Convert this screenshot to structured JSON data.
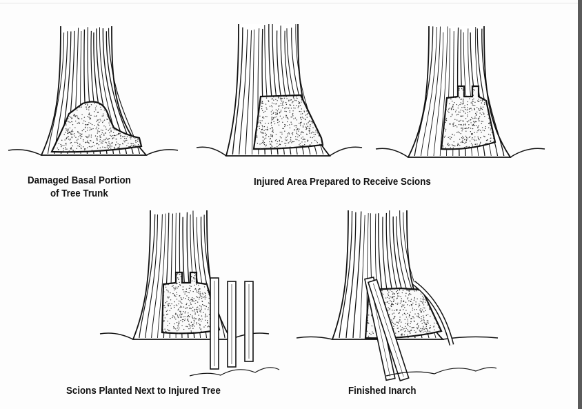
{
  "figure": {
    "captions": {
      "damaged": [
        "Damaged Basal Portion",
        "of Tree Trunk"
      ],
      "prepared": "Injured Area Prepared to Receive Scions",
      "planted": "Scions Planted Next to Injured Tree",
      "inarch": "Finished Inarch"
    },
    "colors": {
      "ink": "#111111",
      "stipple": "#333333",
      "frame": "#5a5a5a"
    }
  }
}
